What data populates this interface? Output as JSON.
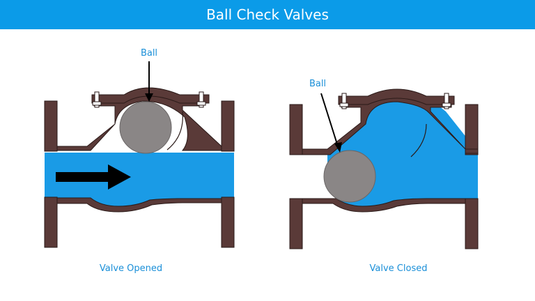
{
  "title": "Ball Check Valves",
  "colors": {
    "banner": "#0b9be8",
    "water": "#1a9be6",
    "valve_body": "#5a3a38",
    "ball": "#8a8686",
    "label": "#1a8fd8",
    "arrow": "#000000"
  },
  "left": {
    "ball_label": "Ball",
    "caption": "Valve Opened"
  },
  "right": {
    "ball_label": "Ball",
    "caption": "Valve Closed"
  }
}
